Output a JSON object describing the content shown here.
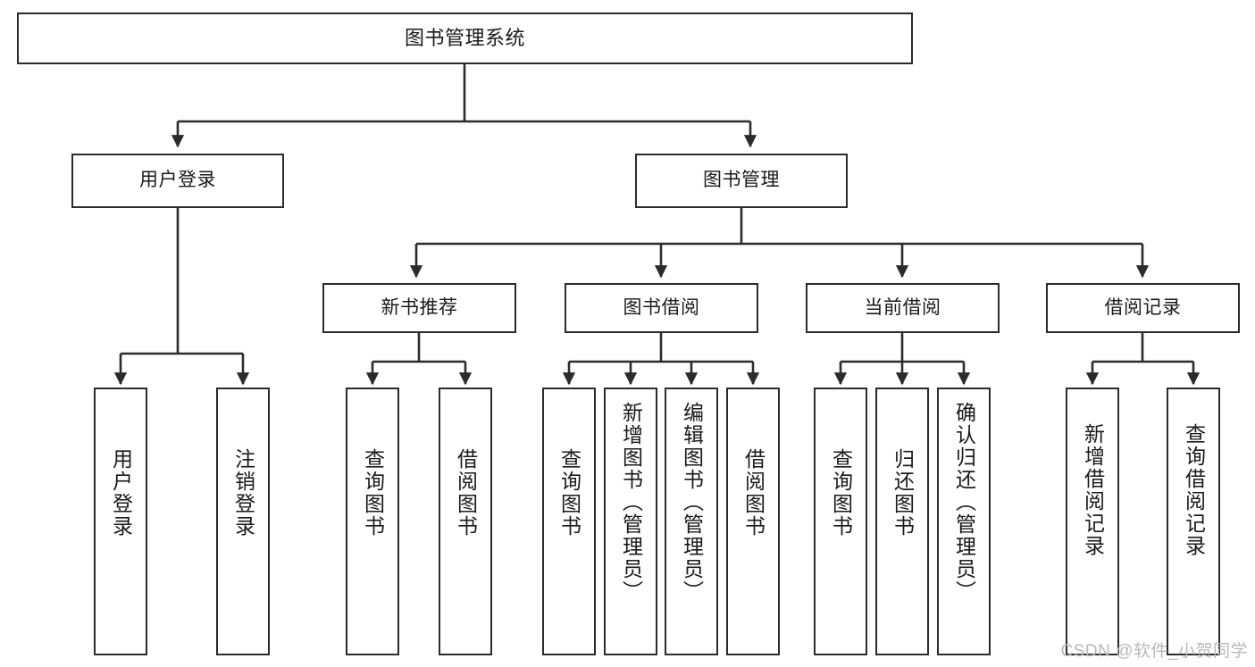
{
  "diagram": {
    "title": "图书管理系统",
    "type": "tree",
    "root": {
      "label": "图书管理系统"
    },
    "level2": [
      {
        "id": "user-login",
        "label": "用户登录"
      },
      {
        "id": "book-manage",
        "label": "图书管理"
      }
    ],
    "level3": [
      {
        "id": "new-book-rec",
        "label": "新书推荐"
      },
      {
        "id": "book-borrow",
        "label": "图书借阅"
      },
      {
        "id": "current-borrow",
        "label": "当前借阅"
      },
      {
        "id": "borrow-record",
        "label": "借阅记录"
      }
    ],
    "leaves": [
      {
        "id": "leaf-user-login",
        "label": "用户登录",
        "parent": "user-login"
      },
      {
        "id": "leaf-logout",
        "label": "注销登录",
        "parent": "user-login"
      },
      {
        "id": "leaf-query-book-1",
        "label": "查询图书",
        "parent": "new-book-rec"
      },
      {
        "id": "leaf-borrow-book-1",
        "label": "借阅图书",
        "parent": "new-book-rec"
      },
      {
        "id": "leaf-query-book-2",
        "label": "查询图书",
        "parent": "book-borrow"
      },
      {
        "id": "leaf-add-book",
        "label": "新增图书（管理员）",
        "parent": "book-borrow"
      },
      {
        "id": "leaf-edit-book",
        "label": "编辑图书（管理员）",
        "parent": "book-borrow"
      },
      {
        "id": "leaf-borrow-book-2",
        "label": "借阅图书",
        "parent": "book-borrow"
      },
      {
        "id": "leaf-query-book-3",
        "label": "查询图书",
        "parent": "current-borrow"
      },
      {
        "id": "leaf-return-book",
        "label": "归还图书",
        "parent": "current-borrow"
      },
      {
        "id": "leaf-confirm-return",
        "label": "确认归还（管理员）",
        "parent": "current-borrow"
      },
      {
        "id": "leaf-add-record",
        "label": "新增借阅记录",
        "parent": "borrow-record"
      },
      {
        "id": "leaf-query-record",
        "label": "查询借阅记录",
        "parent": "borrow-record"
      }
    ]
  },
  "watermark": {
    "text": "CSDN @软件_小贺同学"
  },
  "colors": {
    "stroke": "#2b2b2b",
    "fill": "#ffffff",
    "text": "#1a1a1a",
    "watermark": "#b9b9b9"
  }
}
